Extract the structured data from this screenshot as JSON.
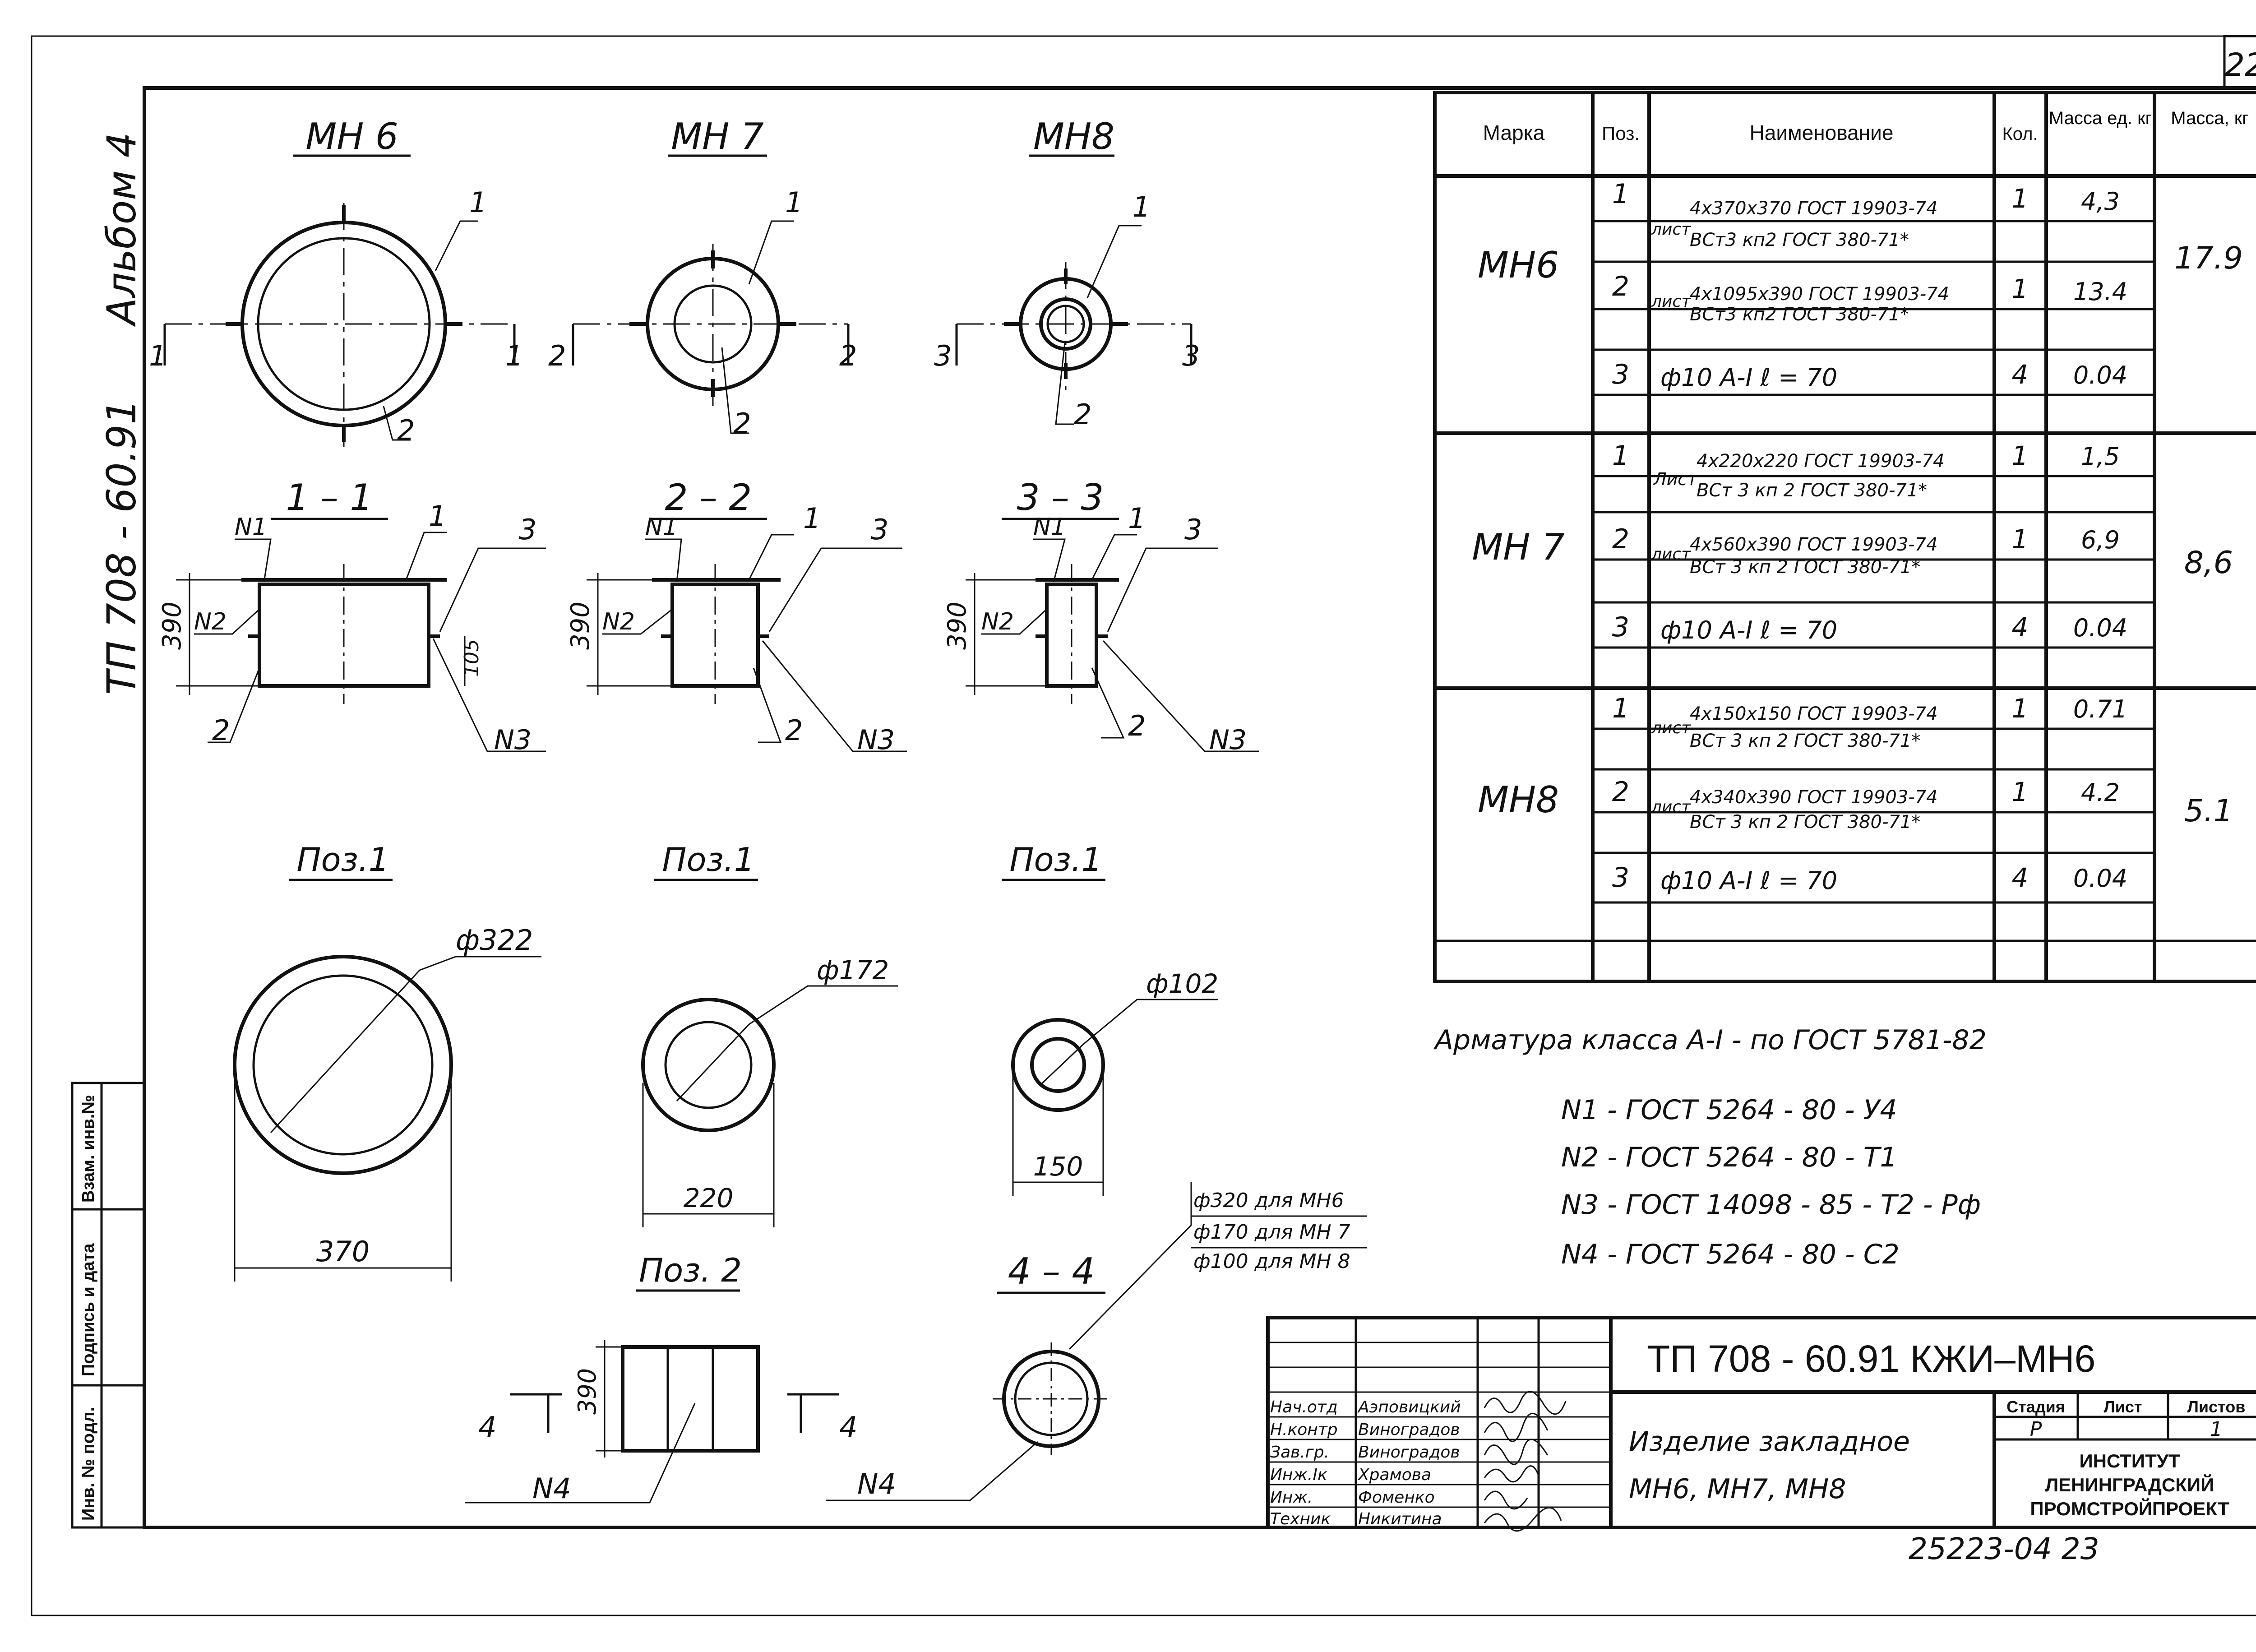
{
  "sheet": {
    "page_number": "22",
    "album_label": "Альбом 4",
    "project_code_vertical": "ТП 708 - 60.91"
  },
  "views": {
    "plan_titles": [
      "МН 6",
      "МН 7",
      "МН8"
    ],
    "section_titles": [
      "1 – 1",
      "2 – 2",
      "3 – 3"
    ],
    "pos1_titles": [
      "Поз.1",
      "Поз.1",
      "Поз.1"
    ],
    "pos2_title": "Поз. 2",
    "view44_title": "4 – 4"
  },
  "callouts": {
    "mh6_plan": [
      "1",
      "2",
      "1",
      "1"
    ],
    "mh7_plan": [
      "1",
      "2",
      "2",
      "2"
    ],
    "mh8_plan": [
      "1",
      "2",
      "3",
      "3"
    ],
    "sec": [
      "N1",
      "N2",
      "N3",
      "1",
      "2",
      "3"
    ],
    "pos2_marks": [
      "4",
      "4"
    ],
    "n4": "N4"
  },
  "dims": {
    "h390": "390",
    "h105": "105",
    "d322": "ф322",
    "d172": "ф172",
    "d102": "ф102",
    "w370": "370",
    "w220": "220",
    "w150": "150",
    "pos2_notes": [
      "ф320 для МН6",
      "ф170 для МН 7",
      "ф100 для МН 8"
    ]
  },
  "spec_table": {
    "headers": [
      "Марка",
      "Поз.",
      "Наименование",
      "Кол.",
      "Масса ед. кг",
      "Масса, кг"
    ],
    "groups": [
      {
        "mark": "МН6",
        "total": "17.9",
        "rows": [
          {
            "pos": "1",
            "prefix": "лист",
            "line1": "4х370х370 ГОСТ 19903-74",
            "line2": "ВСт3 кп2 ГОСТ 380-71*",
            "qty": "1",
            "mass": "4,3"
          },
          {
            "pos": "2",
            "prefix": "лист",
            "line1": "4х1095х390 ГОСТ 19903-74",
            "line2": "ВСт3 кп2 ГОСТ 380-71*",
            "qty": "1",
            "mass": "13.4"
          },
          {
            "pos": "3",
            "prefix": "",
            "line1": "ф10 А-I   ℓ = 70",
            "line2": "",
            "qty": "4",
            "mass": "0.04"
          }
        ]
      },
      {
        "mark": "МН 7",
        "total": "8,6",
        "rows": [
          {
            "pos": "1",
            "prefix": "Лист",
            "line1": "4х220х220 ГОСТ 19903-74",
            "line2": "ВСт 3 кп 2 ГОСТ 380-71*",
            "qty": "1",
            "mass": "1,5"
          },
          {
            "pos": "2",
            "prefix": "лист",
            "line1": "4х560х390 ГОСТ 19903-74",
            "line2": "ВСт 3 кп 2 ГОСТ 380-71*",
            "qty": "1",
            "mass": "6,9"
          },
          {
            "pos": "3",
            "prefix": "",
            "line1": "ф10 А-I   ℓ = 70",
            "line2": "",
            "qty": "4",
            "mass": "0.04"
          }
        ]
      },
      {
        "mark": "МН8",
        "total": "5.1",
        "rows": [
          {
            "pos": "1",
            "prefix": "лист",
            "line1": "4х150х150 ГОСТ 19903-74",
            "line2": "ВСт 3 кп 2 ГОСТ 380-71*",
            "qty": "1",
            "mass": "0.71"
          },
          {
            "pos": "2",
            "prefix": "лист",
            "line1": "4х340х390 ГОСТ 19903-74",
            "line2": "ВСт 3 кп 2 ГОСТ 380-71*",
            "qty": "1",
            "mass": "4.2"
          },
          {
            "pos": "3",
            "prefix": "",
            "line1": "ф10 А-I   ℓ = 70",
            "line2": "",
            "qty": "4",
            "mass": "0.04"
          }
        ]
      }
    ]
  },
  "notes": {
    "armature": "Арматура  класса  А-I - по  ГОСТ  5781-82",
    "lines": [
      "N1 - ГОСТ 5264 - 80 - У4",
      "N2 - ГОСТ 5264 - 80 - Т1",
      "N3 - ГОСТ 14098 - 85 - Т2 - Рф",
      "N4 - ГОСТ 5264 - 80 - С2"
    ]
  },
  "title_block": {
    "code": "ТП  708 - 60.91   КЖИ–МН6",
    "name_line1": "Изделие  закладное",
    "name_line2": "МН6, МН7, МН8",
    "stage_header": "Стадия",
    "sheet_header": "Лист",
    "sheets_header": "Листов",
    "stage": "Р",
    "sheet": "",
    "sheets": "1",
    "org_line1": "ИНСТИТУТ",
    "org_line2": "ЛЕНИНГРАДСКИЙ",
    "org_line3": "ПРОМСТРОЙПРОЕКТ",
    "staff": [
      {
        "role": "Нач.отд",
        "name": "Аэповицкий"
      },
      {
        "role": "Н.контр",
        "name": "Виноградов"
      },
      {
        "role": "Зав.гр.",
        "name": "Виноградов"
      },
      {
        "role": "Инж.Iк",
        "name": "Храмова"
      },
      {
        "role": "Инж.",
        "name": "Фоменко"
      },
      {
        "role": "Техник",
        "name": "Никитина"
      }
    ],
    "archive_number": "25223-04   23"
  },
  "side_stamp": [
    "Взам. инв.№",
    "Подпись и дата",
    "Инв. № подл."
  ]
}
